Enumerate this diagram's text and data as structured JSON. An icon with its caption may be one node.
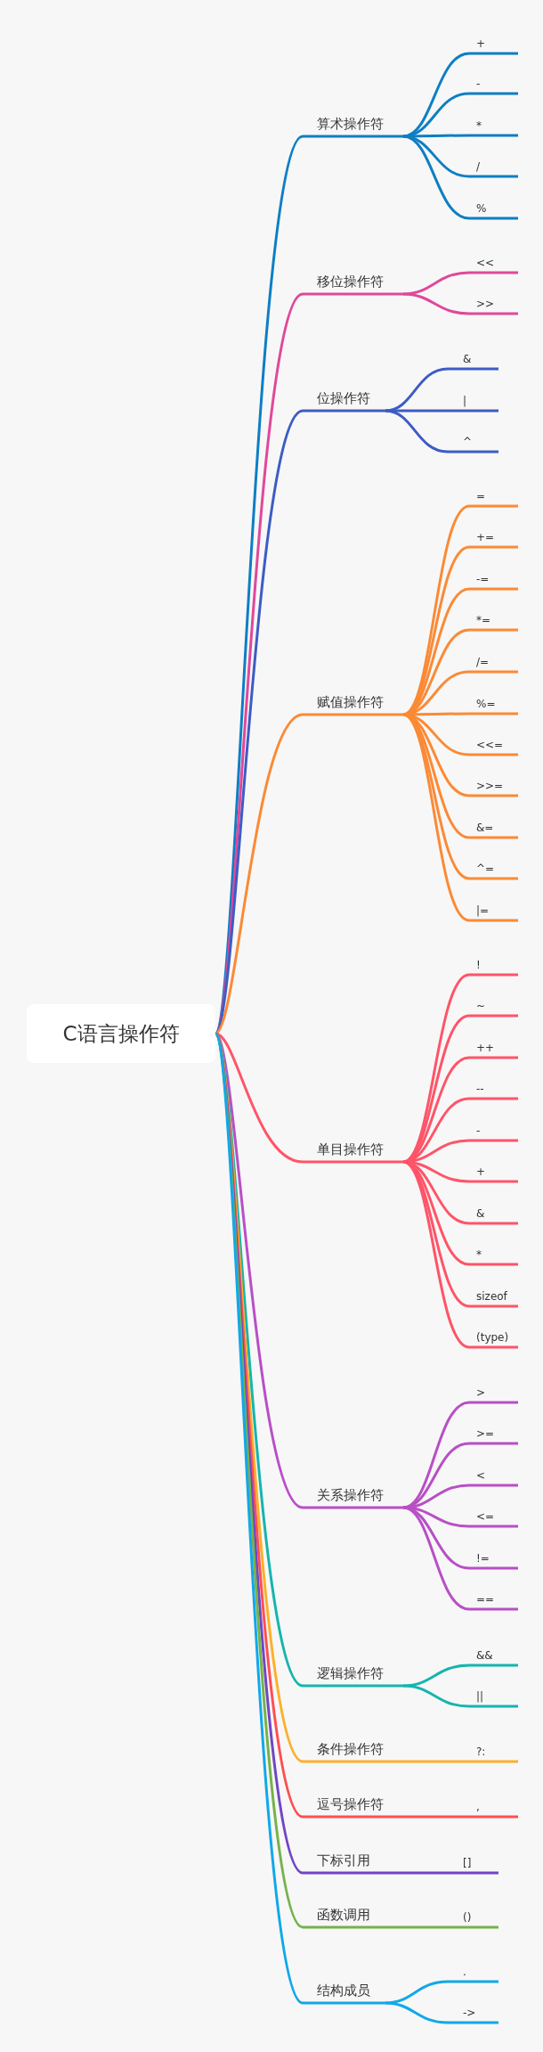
{
  "diagram": {
    "nodes": [
      {
        "text": [
          "C语言操作符"
        ]
      },
      {
        "text": [
          "算术操作符"
        ]
      },
      {
        "text": [
          "+"
        ]
      },
      {
        "text": [
          "-"
        ]
      },
      {
        "text": [
          "*"
        ]
      },
      {
        "text": [
          "/"
        ]
      },
      {
        "text": [
          "%"
        ]
      },
      {
        "text": [
          "移位操作符"
        ]
      },
      {
        "text": [
          "<<"
        ]
      },
      {
        "text": [
          ">>"
        ]
      },
      {
        "text": [
          "位操作符"
        ]
      },
      {
        "text": [
          "&"
        ]
      },
      {
        "text": [
          "|"
        ]
      },
      {
        "text": [
          "^"
        ]
      },
      {
        "text": [
          "赋值操作符"
        ]
      },
      {
        "text": [
          "="
        ]
      },
      {
        "text": [
          "+="
        ]
      },
      {
        "text": [
          "-="
        ]
      },
      {
        "text": [
          "*="
        ]
      },
      {
        "text": [
          "/="
        ]
      },
      {
        "text": [
          "%="
        ]
      },
      {
        "text": [
          "<<="
        ]
      },
      {
        "text": [
          ">>="
        ]
      },
      {
        "text": [
          "&="
        ]
      },
      {
        "text": [
          "^="
        ]
      },
      {
        "text": [
          "|="
        ]
      },
      {
        "text": [
          "单目操作符"
        ]
      },
      {
        "text": [
          "!"
        ]
      },
      {
        "text": [
          "~"
        ]
      },
      {
        "text": [
          "++"
        ]
      },
      {
        "text": [
          "--"
        ]
      },
      {
        "text": [
          "-"
        ]
      },
      {
        "text": [
          "+"
        ]
      },
      {
        "text": [
          "&"
        ]
      },
      {
        "text": [
          "*"
        ]
      },
      {
        "text": [
          "sizeof"
        ]
      },
      {
        "text": [
          "(type)"
        ]
      },
      {
        "text": [
          "关系操作符"
        ]
      },
      {
        "text": [
          ">"
        ]
      },
      {
        "text": [
          ">="
        ]
      },
      {
        "text": [
          "<"
        ]
      },
      {
        "text": [
          "<="
        ]
      },
      {
        "text": [
          "!="
        ]
      },
      {
        "text": [
          "=="
        ]
      },
      {
        "text": [
          "逻辑操作符"
        ]
      },
      {
        "text": [
          "&&"
        ]
      },
      {
        "text": [
          "||"
        ]
      },
      {
        "text": [
          "条件操作符"
        ]
      },
      {
        "text": [
          "?:"
        ]
      },
      {
        "text": [
          "逗号操作符"
        ]
      },
      {
        "text": [
          ","
        ]
      },
      {
        "text": [
          "下标引用"
        ]
      },
      {
        "text": [
          "[]"
        ]
      },
      {
        "text": [
          "函数调用"
        ]
      },
      {
        "text": [
          "()"
        ]
      },
      {
        "text": [
          "结构成员"
        ]
      },
      {
        "text": [
          "."
        ]
      },
      {
        "text": [
          "->"
        ]
      }
    ],
    "edges": [
      {
        "from": 0,
        "to": 1,
        "arrow": "none",
        "color": "#0e7ec4"
      },
      {
        "from": 1,
        "to": 2,
        "arrow": "none",
        "color": "#0e7ec4"
      },
      {
        "from": 1,
        "to": 3,
        "arrow": "none",
        "color": "#0e7ec4"
      },
      {
        "from": 1,
        "to": 4,
        "arrow": "none",
        "color": "#0e7ec4"
      },
      {
        "from": 1,
        "to": 5,
        "arrow": "none",
        "color": "#0e7ec4"
      },
      {
        "from": 1,
        "to": 6,
        "arrow": "none",
        "color": "#0e7ec4"
      },
      {
        "from": 0,
        "to": 7,
        "arrow": "none",
        "color": "#e0489a"
      },
      {
        "from": 7,
        "to": 8,
        "arrow": "none",
        "color": "#e0489a"
      },
      {
        "from": 7,
        "to": 9,
        "arrow": "none",
        "color": "#e0489a"
      },
      {
        "from": 0,
        "to": 10,
        "arrow": "none",
        "color": "#3d5cc4"
      },
      {
        "from": 10,
        "to": 11,
        "arrow": "none",
        "color": "#3d5cc4"
      },
      {
        "from": 10,
        "to": 12,
        "arrow": "none",
        "color": "#3d5cc4"
      },
      {
        "from": 10,
        "to": 13,
        "arrow": "none",
        "color": "#3d5cc4"
      },
      {
        "from": 0,
        "to": 14,
        "arrow": "none",
        "color": "#fb8a35"
      },
      {
        "from": 14,
        "to": 15,
        "arrow": "none",
        "color": "#fb8a35"
      },
      {
        "from": 14,
        "to": 16,
        "arrow": "none",
        "color": "#fb8a35"
      },
      {
        "from": 14,
        "to": 17,
        "arrow": "none",
        "color": "#fb8a35"
      },
      {
        "from": 14,
        "to": 18,
        "arrow": "none",
        "color": "#fb8a35"
      },
      {
        "from": 14,
        "to": 19,
        "arrow": "none",
        "color": "#fb8a35"
      },
      {
        "from": 14,
        "to": 20,
        "arrow": "none",
        "color": "#fb8a35"
      },
      {
        "from": 14,
        "to": 21,
        "arrow": "none",
        "color": "#fb8a35"
      },
      {
        "from": 14,
        "to": 22,
        "arrow": "none",
        "color": "#fb8a35"
      },
      {
        "from": 14,
        "to": 23,
        "arrow": "none",
        "color": "#fb8a35"
      },
      {
        "from": 14,
        "to": 24,
        "arrow": "none",
        "color": "#fb8a35"
      },
      {
        "from": 14,
        "to": 25,
        "arrow": "none",
        "color": "#fb8a35"
      },
      {
        "from": 0,
        "to": 26,
        "arrow": "none",
        "color": "#ff5468"
      },
      {
        "from": 26,
        "to": 27,
        "arrow": "none",
        "color": "#ff5468"
      },
      {
        "from": 26,
        "to": 28,
        "arrow": "none",
        "color": "#ff5468"
      },
      {
        "from": 26,
        "to": 29,
        "arrow": "none",
        "color": "#ff5468"
      },
      {
        "from": 26,
        "to": 30,
        "arrow": "none",
        "color": "#ff5468"
      },
      {
        "from": 26,
        "to": 31,
        "arrow": "none",
        "color": "#ff5468"
      },
      {
        "from": 26,
        "to": 32,
        "arrow": "none",
        "color": "#ff5468"
      },
      {
        "from": 26,
        "to": 33,
        "arrow": "none",
        "color": "#ff5468"
      },
      {
        "from": 26,
        "to": 34,
        "arrow": "none",
        "color": "#ff5468"
      },
      {
        "from": 26,
        "to": 35,
        "arrow": "none",
        "color": "#ff5468"
      },
      {
        "from": 26,
        "to": 36,
        "arrow": "none",
        "color": "#ff5468"
      },
      {
        "from": 0,
        "to": 37,
        "arrow": "none",
        "color": "#b84fc6"
      },
      {
        "from": 37,
        "to": 38,
        "arrow": "none",
        "color": "#b84fc6"
      },
      {
        "from": 37,
        "to": 39,
        "arrow": "none",
        "color": "#b84fc6"
      },
      {
        "from": 37,
        "to": 40,
        "arrow": "none",
        "color": "#b84fc6"
      },
      {
        "from": 37,
        "to": 41,
        "arrow": "none",
        "color": "#b84fc6"
      },
      {
        "from": 37,
        "to": 42,
        "arrow": "none",
        "color": "#b84fc6"
      },
      {
        "from": 37,
        "to": 43,
        "arrow": "none",
        "color": "#b84fc6"
      },
      {
        "from": 0,
        "to": 44,
        "arrow": "none",
        "color": "#15b5ad"
      },
      {
        "from": 44,
        "to": 45,
        "arrow": "none",
        "color": "#15b5ad"
      },
      {
        "from": 44,
        "to": 46,
        "arrow": "none",
        "color": "#15b5ad"
      },
      {
        "from": 0,
        "to": 47,
        "arrow": "none",
        "color": "#fcb02a"
      },
      {
        "from": 47,
        "to": 48,
        "arrow": "none",
        "color": "#fcb02a"
      },
      {
        "from": 0,
        "to": 49,
        "arrow": "none",
        "color": "#fe4f52"
      },
      {
        "from": 49,
        "to": 50,
        "arrow": "none",
        "color": "#fe4f52"
      },
      {
        "from": 0,
        "to": 51,
        "arrow": "none",
        "color": "#7046c4"
      },
      {
        "from": 51,
        "to": 52,
        "arrow": "none",
        "color": "#7046c4"
      },
      {
        "from": 0,
        "to": 53,
        "arrow": "none",
        "color": "#76b24a"
      },
      {
        "from": 53,
        "to": 54,
        "arrow": "none",
        "color": "#76b24a"
      },
      {
        "from": 0,
        "to": 55,
        "arrow": "none",
        "color": "#10a8ea"
      },
      {
        "from": 55,
        "to": 56,
        "arrow": "none",
        "color": "#10a8ea"
      },
      {
        "from": 55,
        "to": 57,
        "arrow": "none",
        "color": "#10a8ea"
      }
    ]
  }
}
